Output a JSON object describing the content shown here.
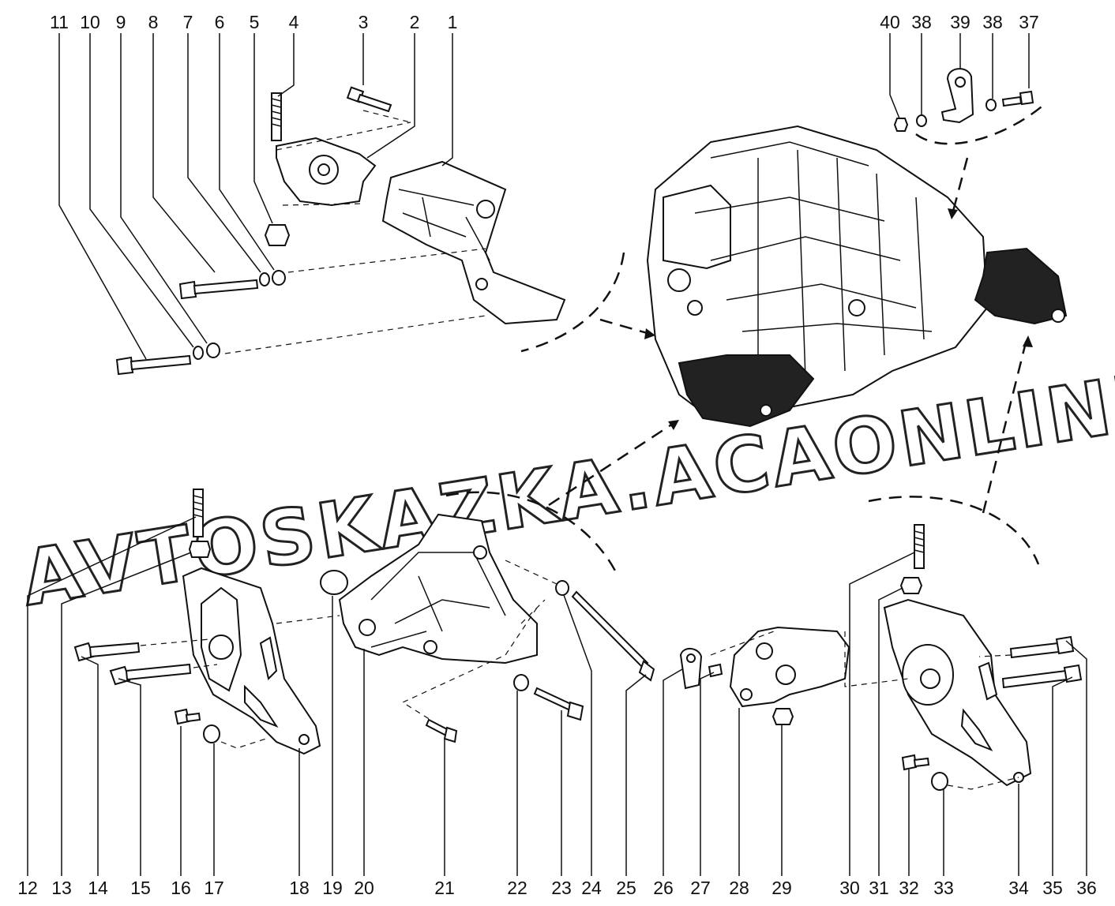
{
  "watermark": "AVTOSKAZKA.ACAONLINE",
  "callouts_top": [
    "11",
    "10",
    "9",
    "8",
    "7",
    "6",
    "5",
    "4",
    "3",
    "2",
    "1"
  ],
  "callouts_top_right": [
    "40",
    "38",
    "39",
    "38",
    "37"
  ],
  "callouts_bottom": [
    "12",
    "13",
    "14",
    "15",
    "16",
    "17",
    "18",
    "19",
    "20",
    "21",
    "22",
    "23",
    "24",
    "25",
    "26",
    "27",
    "28",
    "29",
    "30",
    "31",
    "32",
    "33",
    "34",
    "35",
    "36"
  ],
  "icons": {
    "engine": "engine-assembly-icon",
    "bracket": "mount-bracket-icon",
    "bolt": "bolt-icon",
    "nut": "nut-icon",
    "washer": "washer-icon",
    "stud": "stud-icon"
  }
}
